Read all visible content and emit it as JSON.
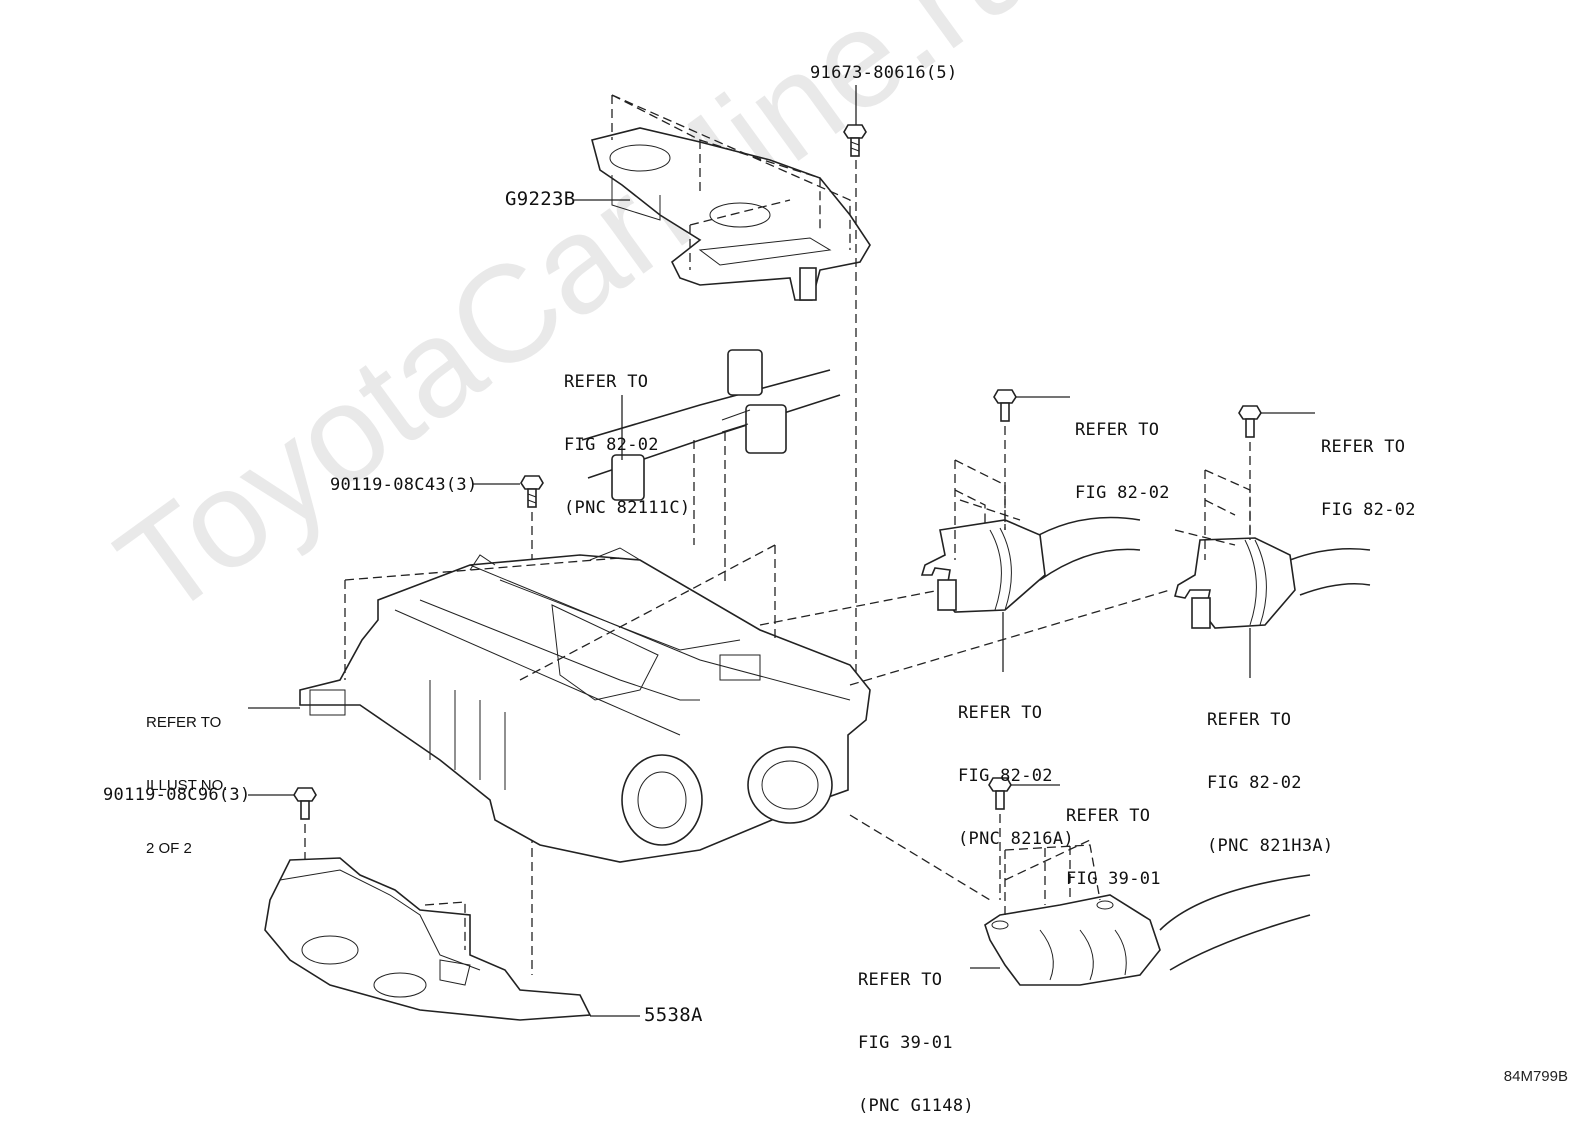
{
  "watermark": "ToyotaCarMine.ru",
  "illustration_code": "84M799B",
  "labels": {
    "bolt_top": "91673-80616(5)",
    "cover": "G9223B",
    "refer_82111c": [
      "REFER TO",
      "FIG 82-02",
      "(PNC 82111C)"
    ],
    "bolt_mid": "90119-08C43(3)",
    "refer_fig82_a": [
      "REFER TO",
      "FIG 82-02"
    ],
    "refer_fig82_b": [
      "REFER TO",
      "FIG 82-02"
    ],
    "refer_illust": [
      "REFER TO",
      "ILLUST NO.",
      "2 OF 2"
    ],
    "refer_8216a": [
      "REFER TO",
      "FIG 82-02",
      "(PNC 8216A)"
    ],
    "refer_821h3a": [
      "REFER TO",
      "FIG 82-02",
      "(PNC 821H3A)"
    ],
    "refer_fig39": [
      "REFER TO",
      "FIG 39-01"
    ],
    "bolt_low": "90119-08C96(3)",
    "refer_g1148": [
      "REFER TO",
      "FIG 39-01",
      "(PNC G1148)"
    ],
    "bracket": "5538A"
  }
}
